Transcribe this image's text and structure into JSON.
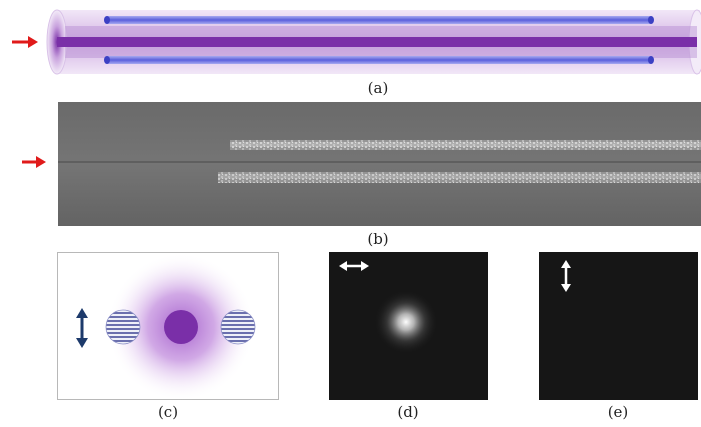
{
  "figure": {
    "colors": {
      "arrow": "#e01a1a",
      "core": "#7a2fa8",
      "cladding": "#c9a3de",
      "side_channels": "#6a6fe0",
      "polarization_arrow": "#1d3a6b",
      "camera_background": "#161616"
    },
    "panels": [
      {
        "id": "a",
        "caption": "(a)"
      },
      {
        "id": "b",
        "caption": "(b)"
      },
      {
        "id": "c",
        "caption": "(c)"
      },
      {
        "id": "d",
        "caption": "(d)",
        "spot_intensity": 1.0
      },
      {
        "id": "e",
        "caption": "(e)",
        "spot_intensity": 0.0
      }
    ]
  }
}
